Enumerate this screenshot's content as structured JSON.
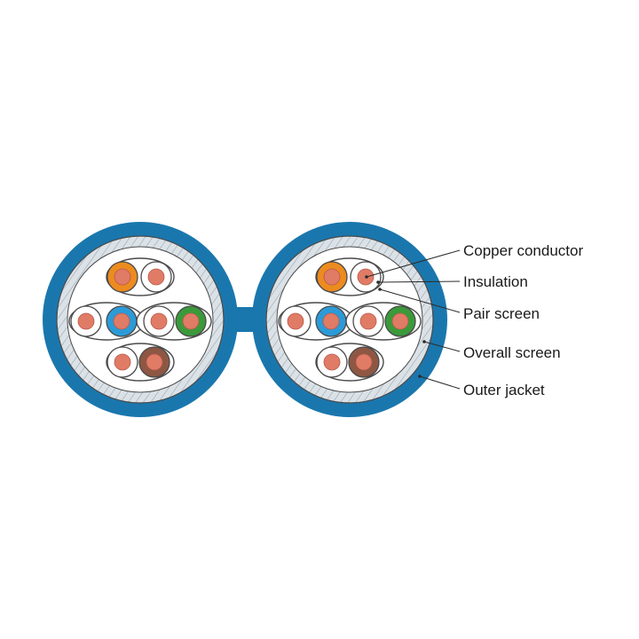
{
  "colors": {
    "jacket": "#1a77ae",
    "screen_fill": "#dbe2e7",
    "screen_hatch": "#97a2aa",
    "core_area": "#ffffff",
    "copper": "#e07b66",
    "outline": "#4a4a4a",
    "leader": "#2b2b2b"
  },
  "pairs": [
    {
      "insulation": [
        "orange",
        "white"
      ],
      "colors": [
        "#ec8b1f",
        "#ffffff"
      ]
    },
    {
      "insulation": [
        "white",
        "blue"
      ],
      "colors": [
        "#ffffff",
        "#2b9bd8"
      ]
    },
    {
      "insulation": [
        "white",
        "green"
      ],
      "colors": [
        "#ffffff",
        "#3a9a3a"
      ]
    },
    {
      "insulation": [
        "white",
        "brown"
      ],
      "colors": [
        "#ffffff",
        "#8d5743"
      ]
    }
  ],
  "labels": {
    "copper_conductor": "Copper conductor",
    "insulation": "Insulation",
    "pair_screen": "Pair screen",
    "overall_screen": "Overall screen",
    "outer_jacket": "Outer jacket"
  }
}
